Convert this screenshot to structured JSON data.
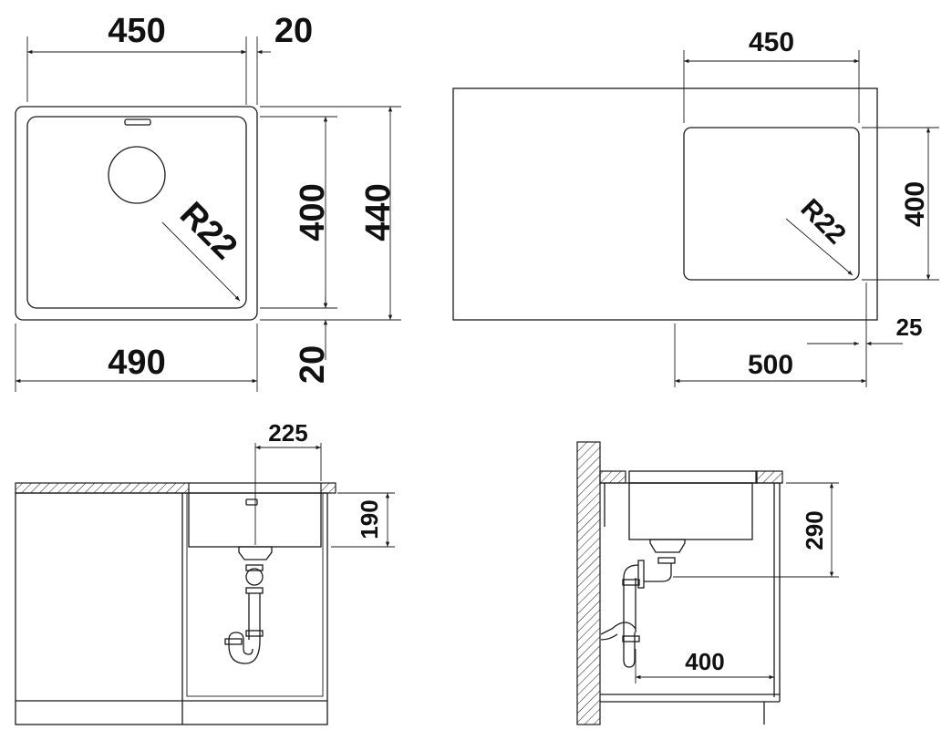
{
  "top_view": {
    "width_inner": "450",
    "rim": "20",
    "height_inner": "400",
    "height_outer": "440",
    "width_outer": "490",
    "rim_bottom": "20",
    "radius": "R22"
  },
  "cutout_view": {
    "width_inner": "450",
    "height_inner": "400",
    "radius": "R22",
    "offset": "25",
    "cabinet_width": "500"
  },
  "front_view": {
    "drain_offset": "225",
    "depth": "190"
  },
  "side_view": {
    "depth": "290",
    "drain_distance": "400"
  },
  "colors": {
    "line": "#1a1a1a",
    "background": "#ffffff"
  }
}
